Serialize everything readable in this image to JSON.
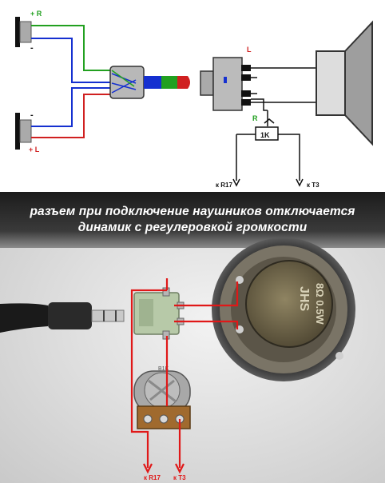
{
  "schematic": {
    "labels": {
      "left_headphone_top_plus": "+ R",
      "left_headphone_top_minus": "-",
      "left_headphone_bottom_minus": "-",
      "left_headphone_bottom_plus": "+ L",
      "jack_L": "L",
      "jack_R": "R",
      "resistor": "1K",
      "to_r17": "к R17",
      "to_t3": "к T3"
    },
    "colors": {
      "green": "#22a020",
      "blue": "#1530d0",
      "red": "#d02020",
      "black": "#111111"
    }
  },
  "caption": {
    "line1": "разъем при подключение наушников отключается",
    "line2": "динамик с регулеровкой громкости"
  },
  "photo": {
    "labels": {
      "speaker_brand": "JHS",
      "speaker_spec": "8Ω 0.5W",
      "pot_value": "B1K",
      "to_r17": "к R17",
      "to_t3": "к T3"
    }
  }
}
